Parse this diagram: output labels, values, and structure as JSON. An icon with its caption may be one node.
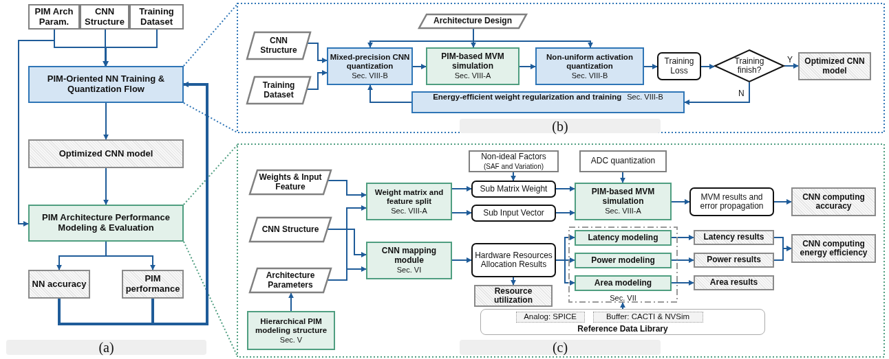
{
  "diagram": {
    "nodes": [
      {
        "text": [
          "PIM Arch Param."
        ]
      },
      {
        "text": [
          "CNN Structure"
        ]
      },
      {
        "text": [
          "Training Dataset"
        ]
      },
      {
        "text": [
          "PIM-Oriented NN Training & Quantization Flow"
        ]
      },
      {
        "text": [
          "Optimized CNN model"
        ]
      },
      {
        "text": [
          "PIM Architecture Performance Modeling & Evaluation"
        ]
      },
      {
        "text": [
          "NN accuracy"
        ]
      },
      {
        "text": [
          "PIM performance"
        ]
      },
      {
        "text": [
          "Architecture Design"
        ]
      },
      {
        "text": [
          "CNN Structure"
        ]
      },
      {
        "text": [
          "Training Dataset"
        ]
      },
      {
        "text": [
          "Mixed-precision CNN quantization",
          "Sec. VIII-B"
        ]
      },
      {
        "text": [
          "PIM-based MVM simulation",
          "Sec. VIII-A"
        ]
      },
      {
        "text": [
          "Non-uniform activation quantization",
          "Sec. VIII-B"
        ]
      },
      {
        "text": [
          "Training Loss"
        ]
      },
      {
        "text": [
          "Training finish?"
        ]
      },
      {
        "text": [
          "Optimized CNN model"
        ]
      },
      {
        "text": [
          "Energy-efficient weight regularization and training",
          "Sec. VIII-B"
        ]
      },
      {
        "text": [
          "Weights & Input Feature"
        ]
      },
      {
        "text": [
          "CNN Structure"
        ]
      },
      {
        "text": [
          "Architecture Parameters"
        ]
      },
      {
        "text": [
          "Hierarchical PIM modeling structure",
          "Sec. V"
        ]
      },
      {
        "text": [
          "Weight matrix and feature split",
          "Sec. VIII-A"
        ]
      },
      {
        "text": [
          "CNN mapping module",
          "Sec. VI"
        ]
      },
      {
        "text": [
          "Non-ideal Factors",
          "(SAF and Variation)"
        ]
      },
      {
        "text": [
          "Sub Matrix Weight"
        ]
      },
      {
        "text": [
          "Sub Input Vector"
        ]
      },
      {
        "text": [
          "Hardware Resources Allocation Results"
        ]
      },
      {
        "text": [
          "Resource utilization"
        ]
      },
      {
        "text": [
          "ADC quantization"
        ]
      },
      {
        "text": [
          "PIM-based MVM simulation",
          "Sec. VIII-A"
        ]
      },
      {
        "text": [
          "MVM results and error propagation"
        ]
      },
      {
        "text": [
          "CNN computing accuracy"
        ]
      },
      {
        "text": [
          "Sec. VII"
        ]
      },
      {
        "text": [
          "Latency modeling"
        ],
        "in": 33
      },
      {
        "text": [
          "Power modeling"
        ],
        "in": 33
      },
      {
        "text": [
          "Area modeling"
        ],
        "in": 33
      },
      {
        "text": [
          "Latency results"
        ]
      },
      {
        "text": [
          "Power results"
        ]
      },
      {
        "text": [
          "Area results"
        ]
      },
      {
        "text": [
          "CNN computing energy efficiency"
        ]
      },
      {
        "text": [
          "Reference Data Library"
        ]
      },
      {
        "text": [
          "Analog: SPICE"
        ],
        "in": 41
      },
      {
        "text": [
          "Buffer: CACTI & NVSim"
        ],
        "in": 41
      }
    ],
    "edges": [
      {
        "from": 0,
        "to": 3,
        "arrow": "to"
      },
      {
        "from": 1,
        "to": 3,
        "arrow": "to"
      },
      {
        "from": 2,
        "to": 3,
        "arrow": "to"
      },
      {
        "from": 0,
        "to": 5,
        "arrow": "to"
      },
      {
        "from": 3,
        "to": 4,
        "arrow": "to"
      },
      {
        "from": 4,
        "to": 5,
        "arrow": "to"
      },
      {
        "from": 5,
        "to": 6,
        "arrow": "to"
      },
      {
        "from": 5,
        "to": 7,
        "arrow": "to"
      },
      {
        "from": 6,
        "to": 3,
        "arrow": "to",
        "style": "thick"
      },
      {
        "from": 7,
        "to": 3,
        "arrow": "to",
        "style": "thick"
      },
      {
        "from": 9,
        "to": 11,
        "arrow": "to"
      },
      {
        "from": 10,
        "to": 11,
        "arrow": "to"
      },
      {
        "from": 8,
        "to": 11,
        "arrow": "to"
      },
      {
        "from": 8,
        "to": 12,
        "arrow": "to"
      },
      {
        "from": 8,
        "to": 13,
        "arrow": "to"
      },
      {
        "from": 11,
        "to": 12,
        "arrow": "to"
      },
      {
        "from": 12,
        "to": 13,
        "arrow": "to"
      },
      {
        "from": 13,
        "to": 14,
        "arrow": "to"
      },
      {
        "from": 14,
        "to": 15,
        "arrow": "to"
      },
      {
        "from": 15,
        "to": 16,
        "label": "Y",
        "arrow": "to"
      },
      {
        "from": 15,
        "to": 17,
        "label": "N",
        "arrow": "to"
      },
      {
        "from": 17,
        "to": 11,
        "arrow": "to"
      },
      {
        "from": 18,
        "to": 22,
        "arrow": "to"
      },
      {
        "from": 19,
        "to": 23,
        "arrow": "to"
      },
      {
        "from": 20,
        "to": 22,
        "arrow": "to"
      },
      {
        "from": 20,
        "to": 23,
        "arrow": "to"
      },
      {
        "from": 21,
        "to": 20,
        "arrow": "to"
      },
      {
        "from": 22,
        "to": 25,
        "arrow": "to"
      },
      {
        "from": 22,
        "to": 26,
        "arrow": "to"
      },
      {
        "from": 24,
        "to": 25,
        "arrow": "to"
      },
      {
        "from": 25,
        "to": 30,
        "arrow": "to"
      },
      {
        "from": 26,
        "to": 30,
        "arrow": "to"
      },
      {
        "from": 29,
        "to": 30,
        "arrow": "to"
      },
      {
        "from": 30,
        "to": 31,
        "arrow": "to"
      },
      {
        "from": 31,
        "to": 32,
        "arrow": "to"
      },
      {
        "from": 23,
        "to": 27,
        "arrow": "to"
      },
      {
        "from": 27,
        "to": 28,
        "arrow": "to"
      },
      {
        "from": 27,
        "to": 34,
        "arrow": "to"
      },
      {
        "from": 27,
        "to": 35,
        "arrow": "to"
      },
      {
        "from": 27,
        "to": 36,
        "arrow": "to"
      },
      {
        "from": 34,
        "to": 37,
        "arrow": "to"
      },
      {
        "from": 35,
        "to": 38,
        "arrow": "to"
      },
      {
        "from": 36,
        "to": 39,
        "arrow": "to"
      },
      {
        "from": 37,
        "to": 40,
        "arrow": "to"
      },
      {
        "from": 38,
        "to": 40,
        "arrow": "to"
      },
      {
        "from": 41,
        "to": 33,
        "arrow": "to"
      }
    ],
    "labels": [
      "(a)",
      "(b)",
      "(c)"
    ]
  }
}
